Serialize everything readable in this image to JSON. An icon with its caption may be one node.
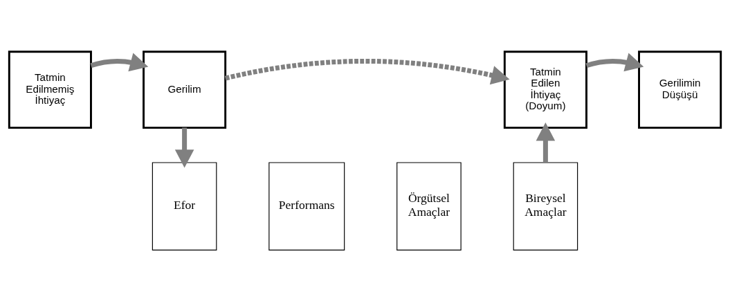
{
  "diagram": {
    "nodes": [
      {
        "text": [
          "Tatmin Edilmemiş İhtiyaç"
        ]
      },
      {
        "text": [
          "Gerilim"
        ]
      },
      {
        "text": [
          "Tatmin Edilen İhtiyaç (Doyum)"
        ]
      },
      {
        "text": [
          "Gerilimin Düşüşü"
        ]
      },
      {
        "text": [
          "Efor"
        ]
      },
      {
        "text": [
          "Performans"
        ]
      },
      {
        "text": [
          "Örgütsel Amaçlar"
        ]
      },
      {
        "text": [
          "Bireysel Amaçlar"
        ]
      }
    ],
    "edges": [
      {
        "from": 0,
        "to": 1,
        "arrow": "to"
      },
      {
        "from": 1,
        "to": 2,
        "arrow": "to",
        "style": "dashed"
      },
      {
        "from": 2,
        "to": 3,
        "arrow": "to"
      },
      {
        "from": 1,
        "to": 4,
        "arrow": "to"
      },
      {
        "from": 7,
        "to": 2,
        "arrow": "to"
      }
    ]
  }
}
